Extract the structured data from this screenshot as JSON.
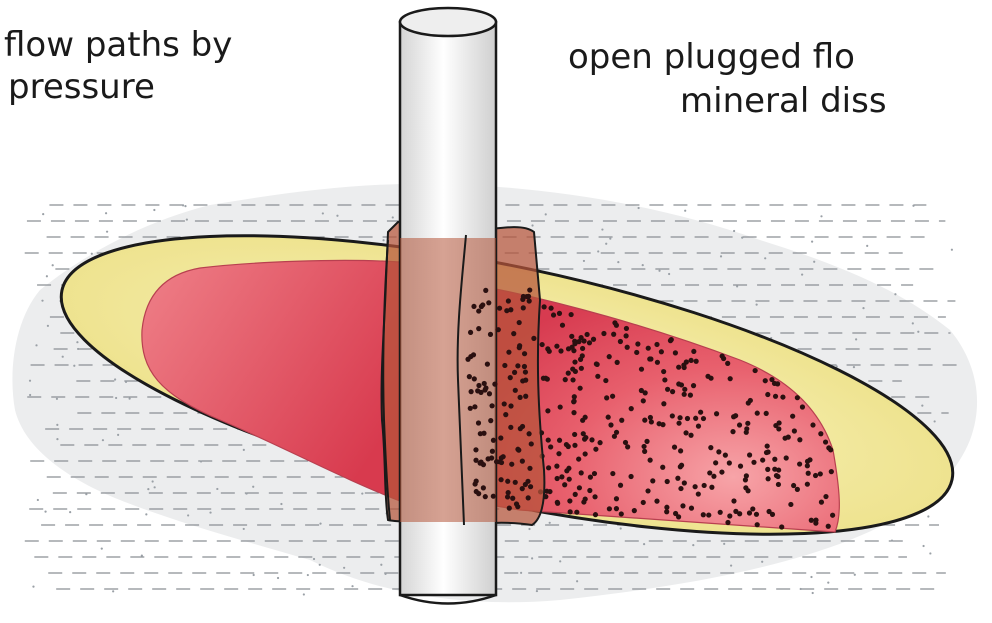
{
  "labels": {
    "left_line1": "flow paths by",
    "left_line2": "pressure",
    "right_line1": "open plugged flo",
    "right_line2": "mineral diss"
  },
  "colors": {
    "pipe": "#e6e6e6",
    "rock": "#e9eaeb",
    "yellow_zone": "#f4ec9a",
    "red_zone": "#e35d69",
    "sleeve": "#b7563a",
    "dots": "#2a1010",
    "outline": "#1a1a1a"
  }
}
